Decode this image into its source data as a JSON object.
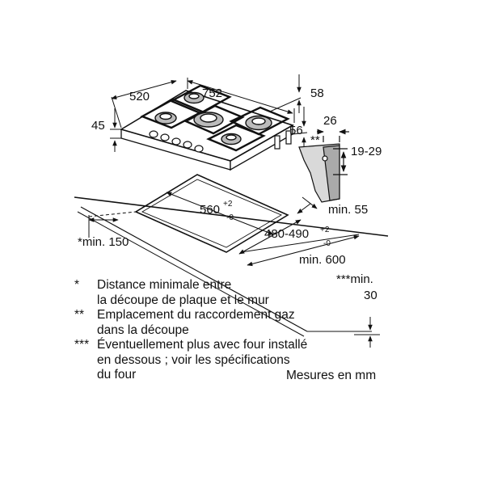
{
  "dimensions": {
    "width": "752",
    "depth": "520",
    "height": "45",
    "back_offset": "58",
    "front_offset": "56",
    "clamp_width": "26",
    "clamp_range": "19-29",
    "clamp_marker": "**",
    "min_back": "min. 55",
    "min_side": "*min. 150",
    "cutout_width_base": "560",
    "cutout_width_tol_plus": "+2",
    "cutout_width_tol_minus": "-0",
    "cutout_depth_base": "480-490",
    "cutout_depth_tol_plus": "+2",
    "cutout_depth_tol_minus": "-0",
    "min_worktop": "min. 600",
    "min_oven_label": "***min.",
    "min_oven_value": "30"
  },
  "legend": [
    {
      "mark": "*",
      "lines": [
        "Distance minimale entre",
        "la découpe de plaque et le mur"
      ]
    },
    {
      "mark": "**",
      "lines": [
        "Emplacement du raccordement gaz",
        "dans la découpe"
      ]
    },
    {
      "mark": "***",
      "lines": [
        "Éventuellement plus avec four installé",
        "en dessous ; voir les spécifications",
        "du four"
      ]
    }
  ],
  "unit_note": "Mesures en mm"
}
